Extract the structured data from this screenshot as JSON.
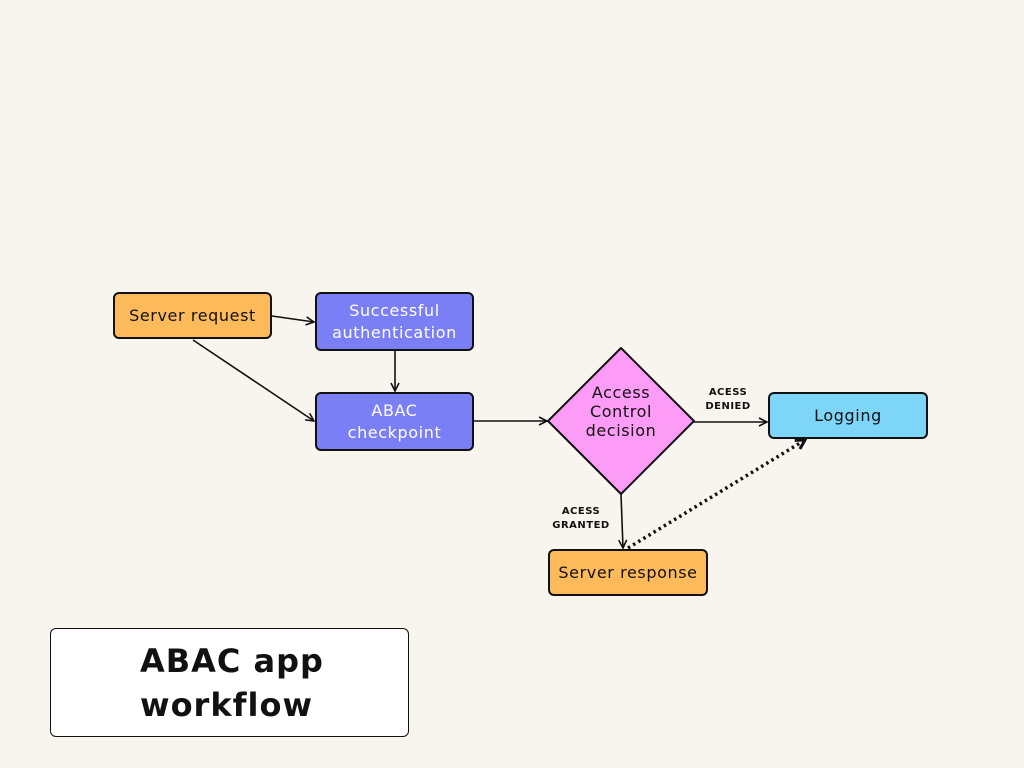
{
  "diagram": {
    "nodes": {
      "server_request": {
        "lines": [
          "Server request"
        ],
        "fill": "#fdba5a"
      },
      "successful_authentication": {
        "lines": [
          "Successful",
          "authentication"
        ],
        "fill": "#7b7ff5"
      },
      "abac_checkpoint": {
        "lines": [
          "ABAC",
          "checkpoint"
        ],
        "fill": "#7b7ff5"
      },
      "access_control_decision": {
        "lines": [
          "Access",
          "Control",
          "decision"
        ],
        "fill": "#fd9cf6"
      },
      "logging": {
        "lines": [
          "Logging"
        ],
        "fill": "#7dd5f7"
      },
      "server_response": {
        "lines": [
          "Server response"
        ],
        "fill": "#fdba5a"
      }
    },
    "edge_labels": {
      "denied": [
        "ACESS",
        "DENIED"
      ],
      "granted": [
        "ACESS",
        "GRANTED"
      ]
    }
  },
  "title": {
    "lines": [
      "ABAC app",
      "workflow"
    ]
  }
}
